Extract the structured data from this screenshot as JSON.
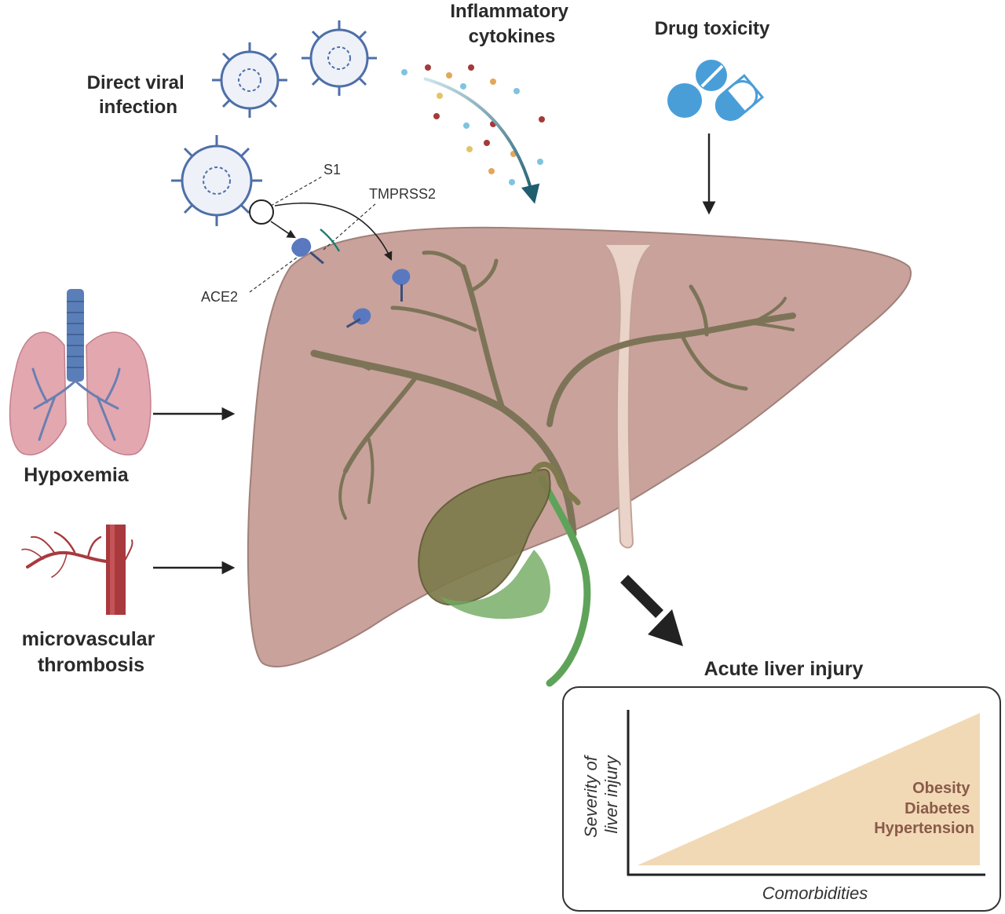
{
  "labels": {
    "direct_viral_infection": [
      "Direct viral",
      "infection"
    ],
    "inflammatory_cytokines": [
      "Inflammatory",
      "cytokines"
    ],
    "drug_toxicity": "Drug toxicity",
    "s1": "S1",
    "tmprss2": "TMPRSS2",
    "ace2": "ACE2",
    "hypoxemia": "Hypoxemia",
    "microvascular_thrombosis": [
      "microvascular",
      "thrombosis"
    ],
    "acute_liver_injury": "Acute liver injury"
  },
  "severity_panel": {
    "y_axis_label": [
      "Severity of",
      "liver injury"
    ],
    "x_axis_label": "Comorbidities",
    "comorbidities": [
      "Obesity",
      "Diabetes",
      "Hypertension"
    ]
  },
  "colors": {
    "liver": "#c9a29c",
    "liver_outline": "#a0807a",
    "bile_duct": "#7d7458",
    "gallbladder": "#7e7a4c",
    "gallbladder_green": "#5fa35a",
    "virus": "#4e6fa8",
    "lung": "#e3a7b0",
    "trachea": "#5a7fb8",
    "vessel": "#a83a3e",
    "severity_fill": "#f2d9b5",
    "comorbidity_text": "#8a5a4a",
    "cytokine_arrow": "#1f5e6e"
  },
  "icons": [
    "virus-icon",
    "pill-icon",
    "capsule-icon",
    "lungs-icon",
    "blood-vessel-icon",
    "ace2-receptor-icon",
    "liver-icon",
    "gallbladder-icon"
  ]
}
